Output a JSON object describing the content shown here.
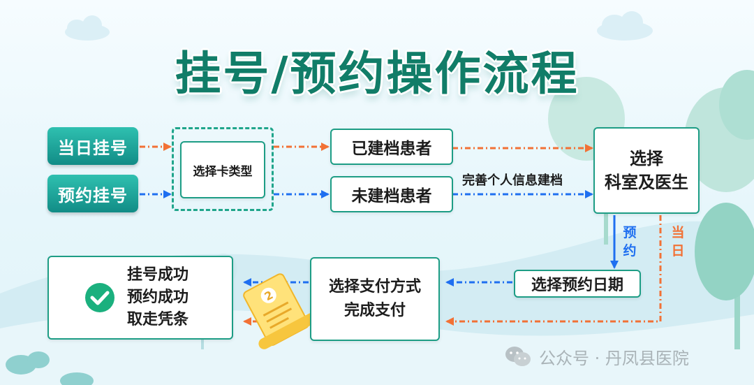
{
  "title": "挂号/预约操作流程",
  "steps": {
    "same_day": "当日挂号",
    "appointment": "预约挂号",
    "choose_card": "选择卡类型",
    "registered_patient": "已建档患者",
    "unregistered_patient": "未建档患者",
    "complete_info": "完善个人信息建档",
    "select_dept_doctor": [
      "选择",
      "科室及医生"
    ],
    "branch_appointment": [
      "预",
      "约"
    ],
    "branch_same_day": [
      "当",
      "日"
    ],
    "select_date": "选择预约日期",
    "select_payment": [
      "选择支付方式",
      "完成支付"
    ],
    "success": [
      "挂号成功",
      "预约成功",
      "取走凭条"
    ]
  },
  "ticket_number": "2",
  "watermark": {
    "text": "公众号 · 丹凤县医院"
  },
  "colors": {
    "title": "#117d68",
    "orange_path": "#f27135",
    "blue_path": "#1f6ff0",
    "teal": "#1d9d85"
  }
}
